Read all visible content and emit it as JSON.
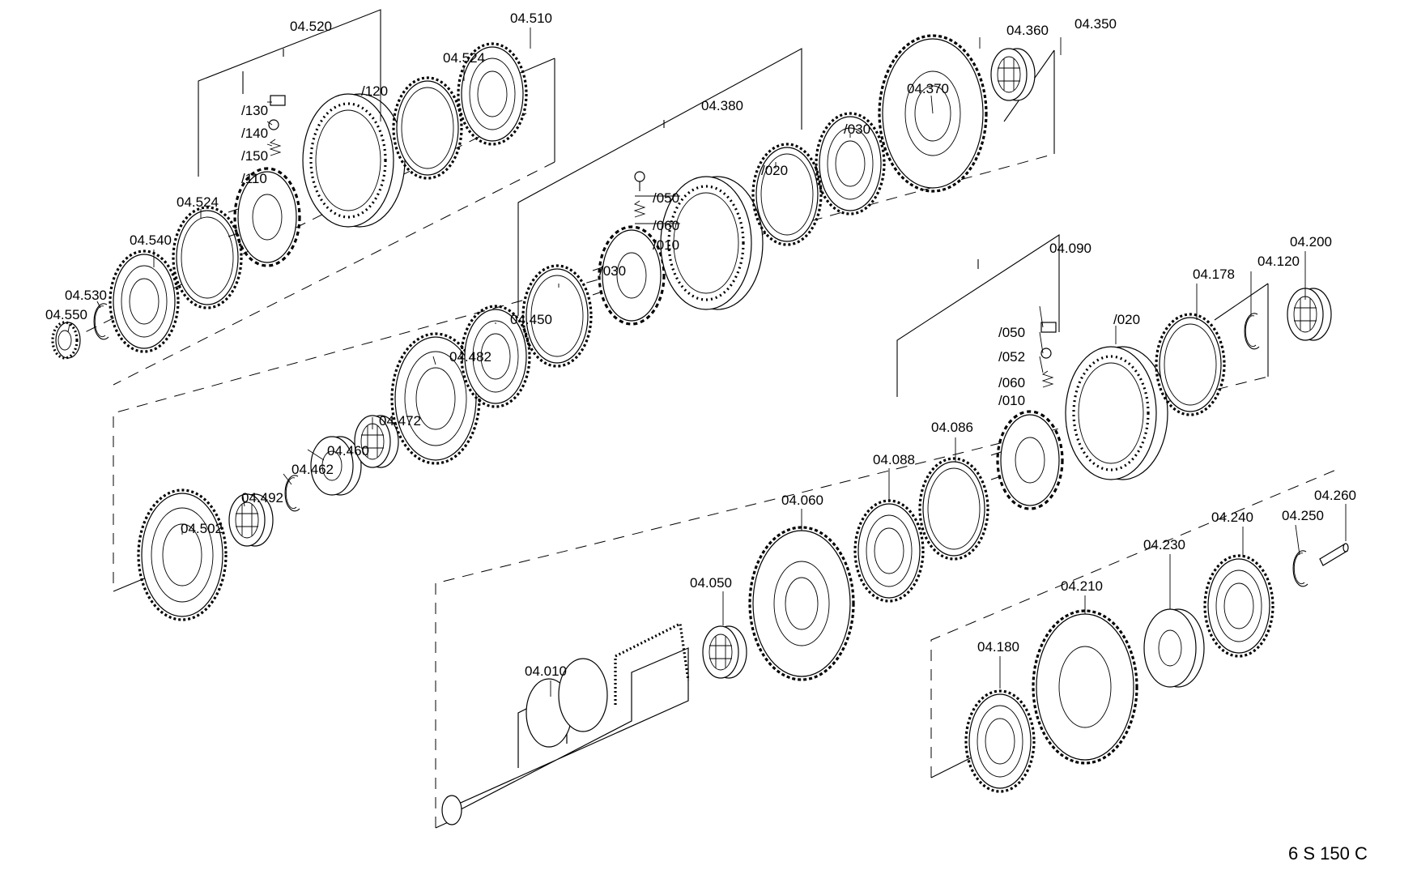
{
  "diagram": {
    "model_code": "6 S 150 C",
    "labels": {
      "l04520": "04.520",
      "l04510": "04.510",
      "l04524a": "04.524",
      "l120": "/120",
      "l130": "/130",
      "l140": "/140",
      "l150": "/150",
      "l110": "/110",
      "l04524b": "04.524",
      "l04540": "04.540",
      "l04530": "04.530",
      "l04550": "04.550",
      "l04380": "04.380",
      "l04360": "04.360",
      "l04350": "04.350",
      "l04370": "04.370",
      "l030a": "/030",
      "l020a": "/020",
      "l050a": "/050",
      "l060a": "/060",
      "l010a": "/010",
      "l030b": "/030",
      "l04450": "04.450",
      "l04482": "04.482",
      "l04472": "04.472",
      "l04460": "04.460",
      "l04462": "04.462",
      "l04492": "04.492",
      "l04502": "04.502",
      "l04090": "04.090",
      "l04200": "04.200",
      "l04178": "04.178",
      "l04120": "04.120",
      "l020b": "/020",
      "l050b": "/050",
      "l052": "/052",
      "l060b": "/060",
      "l010b": "/010",
      "l04086": "04.086",
      "l04088": "04.088",
      "l04060": "04.060",
      "l04050": "04.050",
      "l04010": "04.010",
      "l04260": "04.260",
      "l04250": "04.250",
      "l04240": "04.240",
      "l04230": "04.230",
      "l04210": "04.210",
      "l04180": "04.180"
    }
  }
}
